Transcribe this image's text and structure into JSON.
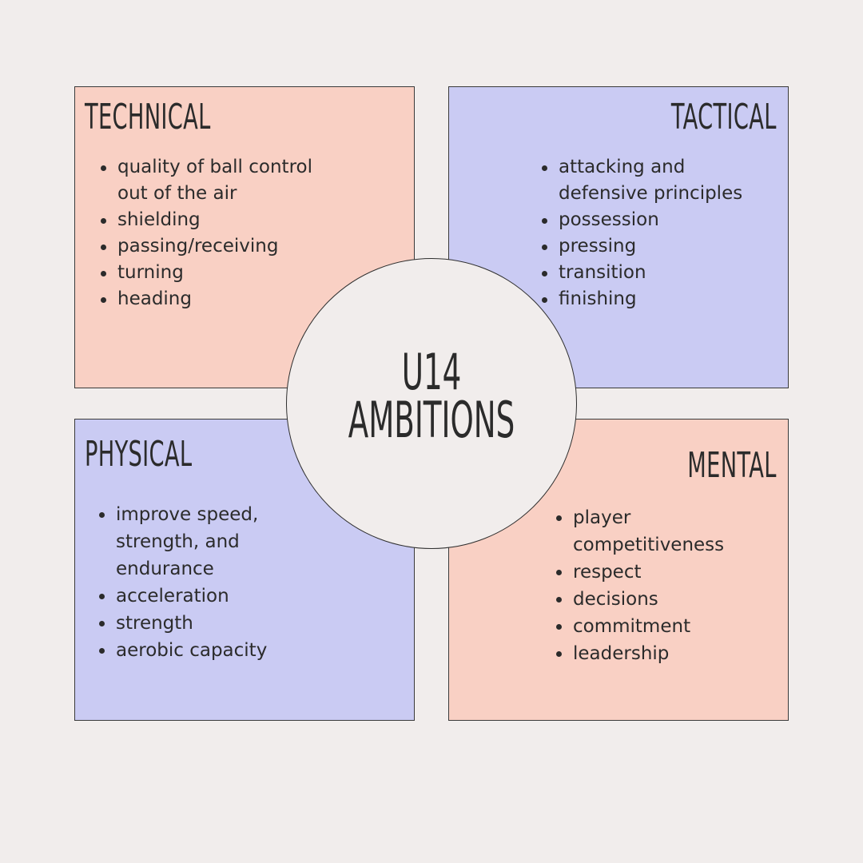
{
  "center": {
    "line1": "U14",
    "line2": "AMBITIONS"
  },
  "quadrants": {
    "technical": {
      "title": "TECHNICAL",
      "color": "#f9d0c4",
      "items": [
        "quality of ball control out of the air",
        "shielding",
        "passing/receiving",
        "turning",
        "heading"
      ]
    },
    "tactical": {
      "title": "TACTICAL",
      "color": "#cacbf3",
      "items": [
        "attacking and defensive principles",
        "possession",
        "pressing",
        "transition",
        "finishing"
      ]
    },
    "physical": {
      "title": "PHYSICAL",
      "color": "#cacbf3",
      "items": [
        "improve speed, strength, and endurance",
        "acceleration",
        "strength",
        "aerobic capacity"
      ]
    },
    "mental": {
      "title": "MENTAL",
      "color": "#f9d0c4",
      "items": [
        "player competitiveness",
        "respect",
        "decisions",
        "commitment",
        "leadership"
      ]
    }
  }
}
